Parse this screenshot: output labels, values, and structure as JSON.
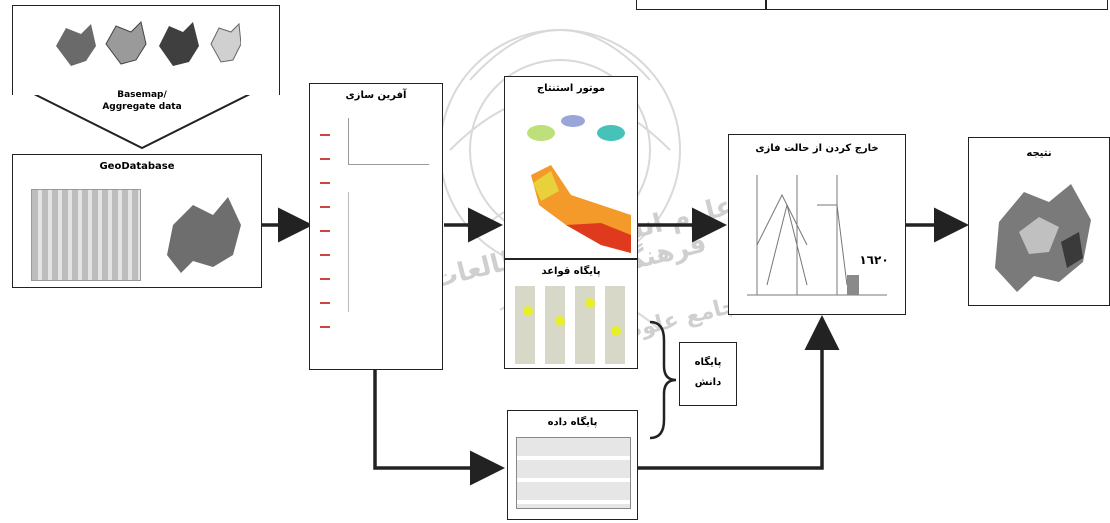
{
  "inputs": {
    "basemap_label": "Basemap/",
    "aggregate_label": "Aggregate data"
  },
  "boxes": {
    "geodatabase": "GeoDatabase",
    "preprocessing": "آفرین سازی",
    "fuzzy_model": "موتور استنتاج",
    "rule_base": "پایگاه قواعد",
    "knowledge_base_line1": "پایگاه",
    "knowledge_base_line2": "دانش",
    "database": "پایگاه داده",
    "defuzzify": "خارج کردن از حالت فازی",
    "result": "نتیجه",
    "defuzzify_value": "۱٦٢٠"
  },
  "watermark": {
    "line1": "پژوهشگاه علوم انسانی و مطالعات فرهنگی",
    "line2": "پرتال جامع علوم انسانی"
  },
  "colors": {
    "line": "#222222",
    "watermark": "#cfcfcf",
    "map_dark": "#4a4a4a",
    "map_mid": "#8d8d8d",
    "map_light": "#c6c6c6"
  }
}
